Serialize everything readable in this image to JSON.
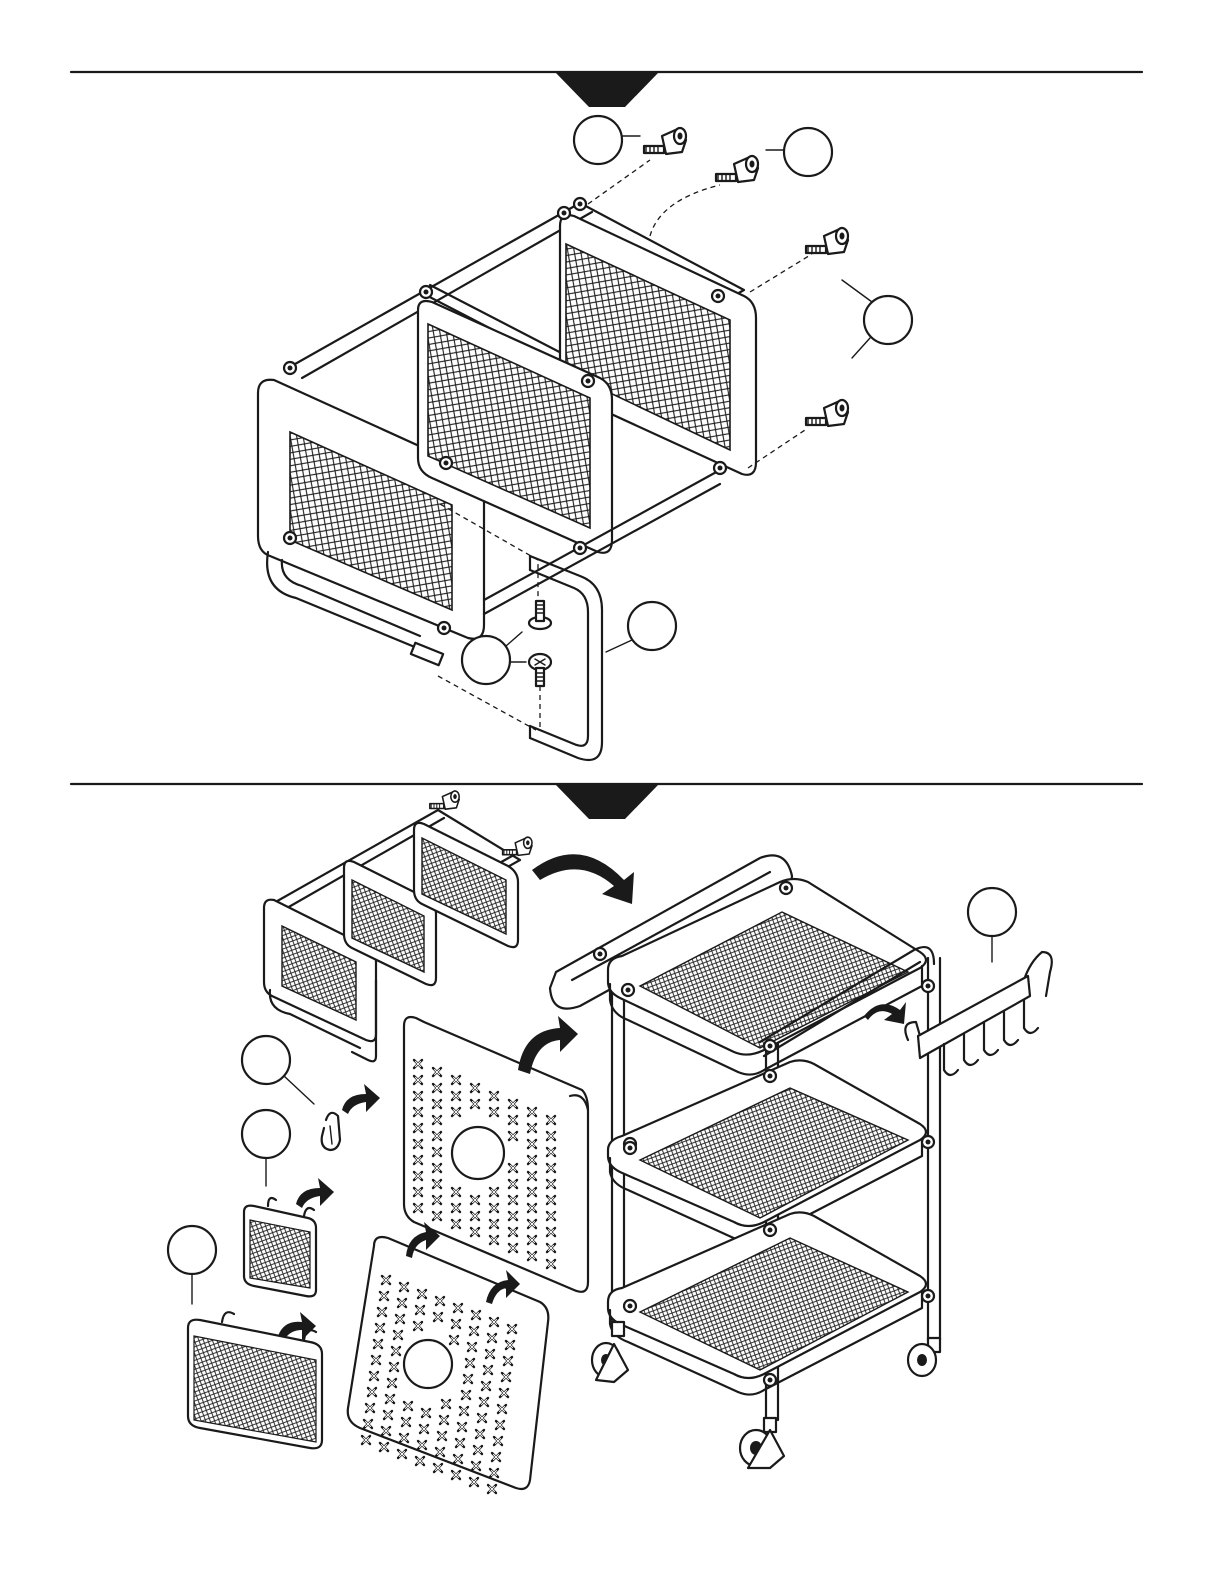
{
  "page": {
    "background": "#ffffff",
    "ink": "#1a1a1a"
  },
  "steps": [
    {
      "id": "step-1",
      "number": ""
    },
    {
      "id": "step-2",
      "number": ""
    }
  ],
  "callouts": [
    {
      "id": "callout-caster-left",
      "label": ""
    },
    {
      "id": "callout-caster-right",
      "label": ""
    },
    {
      "id": "callout-caster-pair",
      "label": ""
    },
    {
      "id": "callout-screws",
      "label": ""
    },
    {
      "id": "callout-u-handle",
      "label": ""
    },
    {
      "id": "callout-hook-rail",
      "label": ""
    },
    {
      "id": "callout-s-hook",
      "label": ""
    },
    {
      "id": "callout-small-basket",
      "label": ""
    },
    {
      "id": "callout-long-basket",
      "label": ""
    }
  ]
}
